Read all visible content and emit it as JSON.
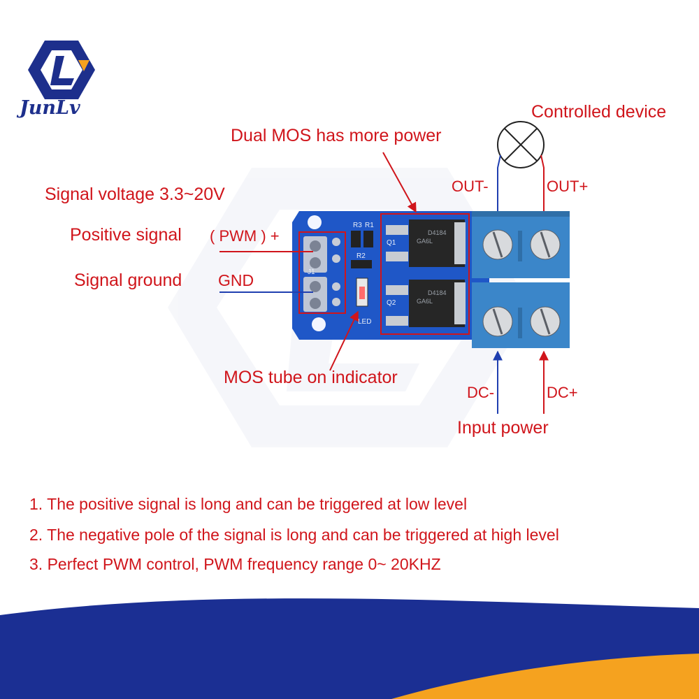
{
  "brand": {
    "name": "JunLv"
  },
  "labels": {
    "controlled_device": "Controlled device",
    "dual_mos": "Dual MOS has more power",
    "signal_voltage": "Signal voltage 3.3~20V",
    "positive_signal": "Positive signal",
    "pwm": "( PWM ) +",
    "signal_ground": "Signal ground",
    "gnd": "GND",
    "out_minus": "OUT-",
    "out_plus": "OUT+",
    "mos_indicator": "MOS tube on indicator",
    "dc_minus": "DC-",
    "dc_plus": "DC+",
    "input_power": "Input power"
  },
  "board_marks": {
    "r3": "R3",
    "r1": "R1",
    "r2": "R2",
    "q1": "Q1",
    "q2": "Q2",
    "led": "LED",
    "j1": "J1",
    "chip_top": "D4184",
    "chip_code": "GA6L",
    "chip_bottom": "D4184"
  },
  "notes": [
    "1. The positive signal is long and can be triggered at low level",
    "2. The negative pole of the signal is long and can be triggered at high level",
    "3. Perfect PWM control, PWM frequency range 0~ 20KHZ"
  ],
  "colors": {
    "annotation": "#d0151b",
    "wire_blue": "#1f3fb0",
    "pcb": "#1f57c7",
    "terminal": "#3b86c9",
    "brand": "#1d2f8c",
    "footer_blue": "#1b2f93",
    "footer_orange": "#f5a21f"
  }
}
